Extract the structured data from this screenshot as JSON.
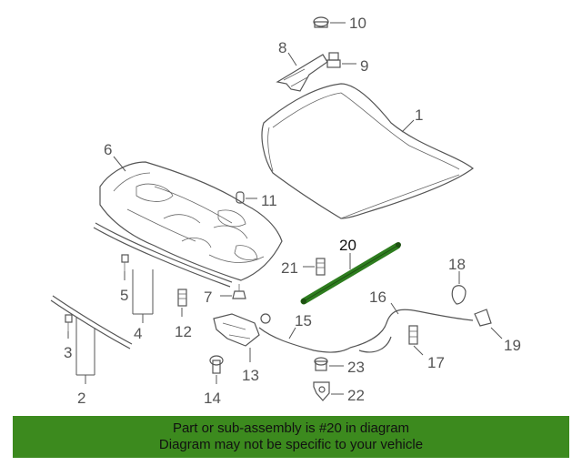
{
  "diagram": {
    "callouts": [
      {
        "id": "1",
        "text": "1"
      },
      {
        "id": "2",
        "text": "2"
      },
      {
        "id": "3",
        "text": "3"
      },
      {
        "id": "4",
        "text": "4"
      },
      {
        "id": "5",
        "text": "5"
      },
      {
        "id": "6",
        "text": "6"
      },
      {
        "id": "7",
        "text": "7"
      },
      {
        "id": "8",
        "text": "8"
      },
      {
        "id": "9",
        "text": "9"
      },
      {
        "id": "10",
        "text": "10"
      },
      {
        "id": "11",
        "text": "11"
      },
      {
        "id": "12",
        "text": "12"
      },
      {
        "id": "13",
        "text": "13"
      },
      {
        "id": "14",
        "text": "14"
      },
      {
        "id": "15",
        "text": "15"
      },
      {
        "id": "16",
        "text": "16"
      },
      {
        "id": "17",
        "text": "17"
      },
      {
        "id": "18",
        "text": "18"
      },
      {
        "id": "19",
        "text": "19"
      },
      {
        "id": "20",
        "text": "20"
      },
      {
        "id": "21",
        "text": "21"
      },
      {
        "id": "22",
        "text": "22"
      },
      {
        "id": "23",
        "text": "23"
      }
    ],
    "highlight_part": "20",
    "highlight_color": "#2e7d1f"
  },
  "banner": {
    "line1": "Part or sub-assembly is #20 in diagram",
    "line2": "Diagram may not be specific to your vehicle",
    "background": "#3c8a1e"
  }
}
